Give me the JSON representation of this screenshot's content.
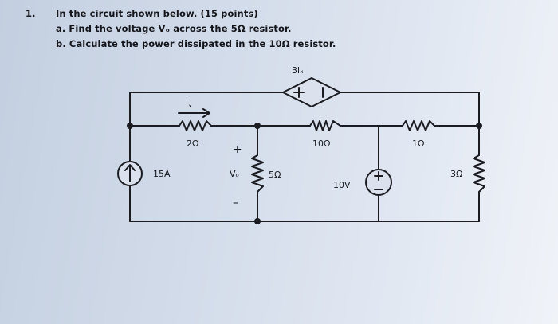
{
  "problem": {
    "number": "1.",
    "header": "In the circuit shown below. (15 points)",
    "part_a": "a.  Find the voltage Vₒ across the 5Ω resistor.",
    "part_b": "b.  Calculate the power dissipated in the 10Ω resistor."
  },
  "circuit": {
    "dependent_source_label": "3iₓ",
    "current_label": "iₓ",
    "r_2ohm": "2Ω",
    "r_10ohm": "10Ω",
    "r_1ohm": "1Ω",
    "r_5ohm": "5Ω",
    "r_3ohm": "3Ω",
    "current_source": "15A",
    "voltage_source": "10V",
    "vo_label": "Vₒ",
    "plus": "+",
    "minus": "–"
  },
  "colors": {
    "wire": "#1a1c22",
    "background": "#d6deea"
  }
}
